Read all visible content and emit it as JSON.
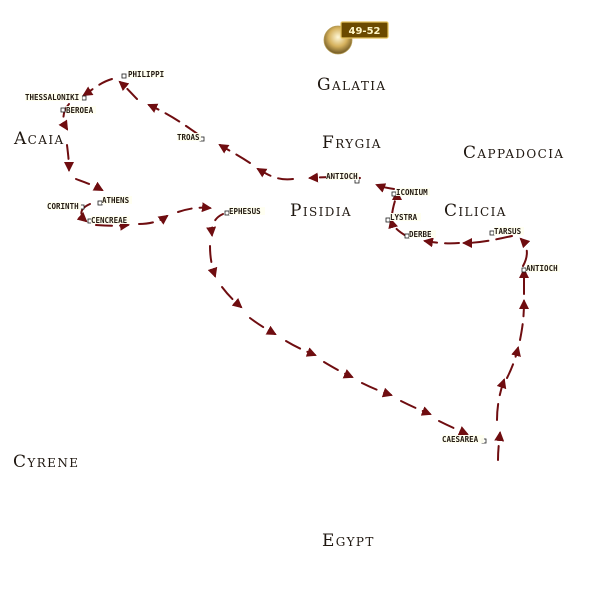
{
  "journey": {
    "years": "49-52"
  },
  "regions": [
    {
      "id": "galatia",
      "label": "Galatia"
    },
    {
      "id": "frygia",
      "label": "Frygia"
    },
    {
      "id": "cappadocia",
      "label": "Cappadocia"
    },
    {
      "id": "acaia",
      "label": "Acaia"
    },
    {
      "id": "pisidia",
      "label": "Pisidia"
    },
    {
      "id": "cilicia",
      "label": "Cilicia"
    },
    {
      "id": "cyrene",
      "label": "Cyrene"
    },
    {
      "id": "egypt",
      "label": "Egypt"
    }
  ],
  "cities": [
    {
      "id": "philippi",
      "label": "PHILIPPI"
    },
    {
      "id": "thessaloniki",
      "label": "THESSALONIKI"
    },
    {
      "id": "beroea",
      "label": "BEROEA"
    },
    {
      "id": "troas",
      "label": "TROAS"
    },
    {
      "id": "antioch-pisidia",
      "label": "ANTIOCH"
    },
    {
      "id": "iconium",
      "label": "ICONIUM"
    },
    {
      "id": "lystra",
      "label": "LYSTRA"
    },
    {
      "id": "derbe",
      "label": "DERBE"
    },
    {
      "id": "tarsus",
      "label": "TARSUS"
    },
    {
      "id": "antioch-syria",
      "label": "ANTIOCH"
    },
    {
      "id": "corinth",
      "label": "CORINTH"
    },
    {
      "id": "athens",
      "label": "ATHENS"
    },
    {
      "id": "cencreae",
      "label": "CENCREAE"
    },
    {
      "id": "ephesus",
      "label": "EPHESUS"
    },
    {
      "id": "caesarea",
      "label": "CAESAREA"
    }
  ],
  "colors": {
    "route": "#6f0d10",
    "badge": "#6b4a00"
  }
}
